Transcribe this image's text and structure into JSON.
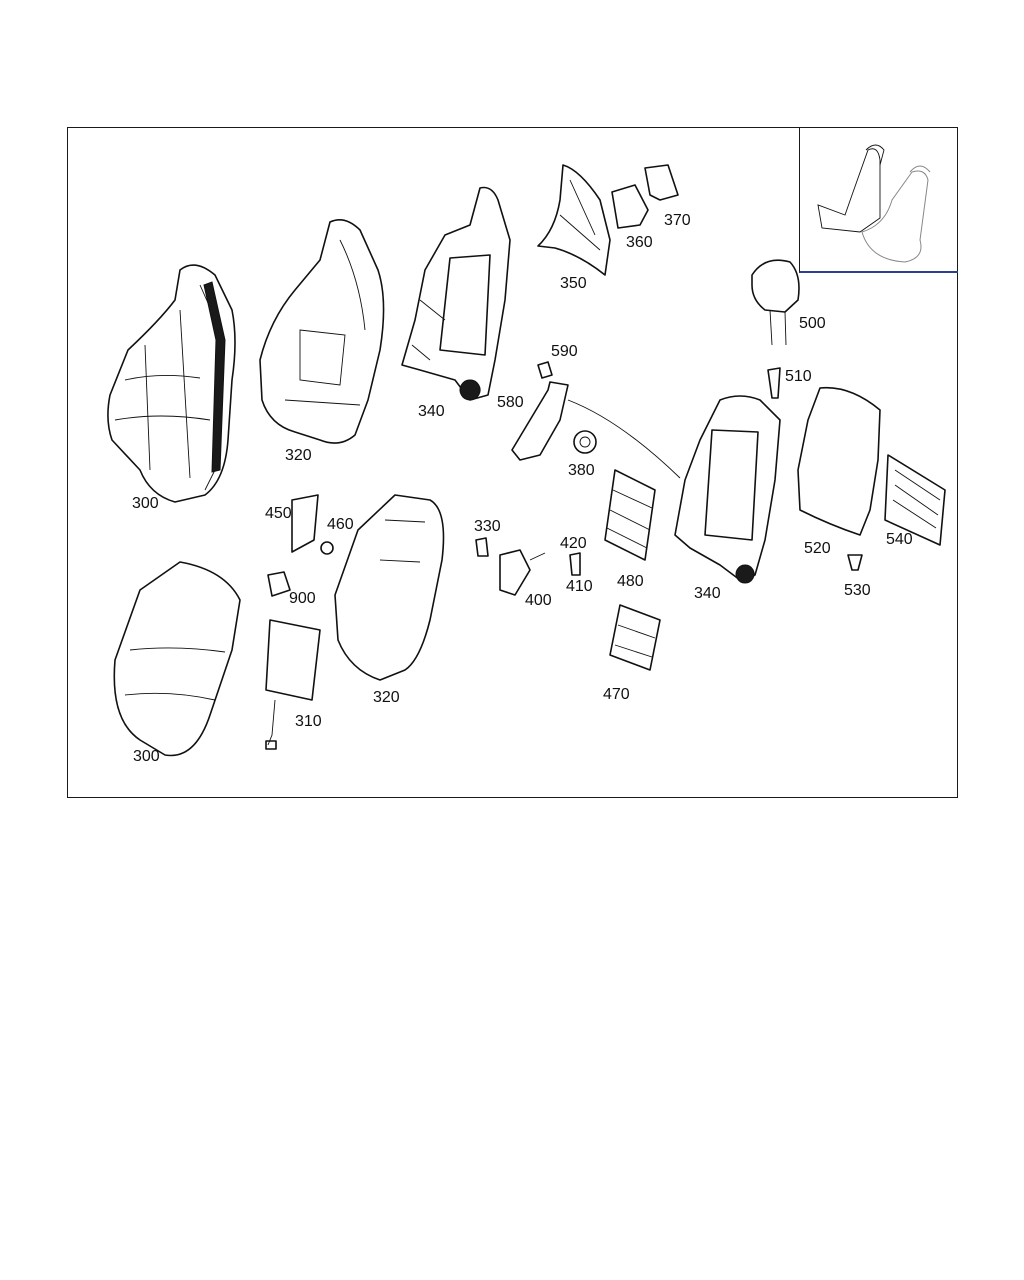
{
  "diagram": {
    "callouts": [
      {
        "id": "c300a",
        "text": "300"
      },
      {
        "id": "c320a",
        "text": "320"
      },
      {
        "id": "c340a",
        "text": "340"
      },
      {
        "id": "c350",
        "text": "350"
      },
      {
        "id": "c360",
        "text": "360"
      },
      {
        "id": "c370",
        "text": "370"
      },
      {
        "id": "c500",
        "text": "500"
      },
      {
        "id": "c590",
        "text": "590"
      },
      {
        "id": "c510",
        "text": "510"
      },
      {
        "id": "c580",
        "text": "580"
      },
      {
        "id": "c380",
        "text": "380"
      },
      {
        "id": "c450",
        "text": "450"
      },
      {
        "id": "c460",
        "text": "460"
      },
      {
        "id": "c330",
        "text": "330"
      },
      {
        "id": "c420",
        "text": "420"
      },
      {
        "id": "c410",
        "text": "410"
      },
      {
        "id": "c400",
        "text": "400"
      },
      {
        "id": "c480",
        "text": "480"
      },
      {
        "id": "c340b",
        "text": "340"
      },
      {
        "id": "c520",
        "text": "520"
      },
      {
        "id": "c540",
        "text": "540"
      },
      {
        "id": "c530",
        "text": "530"
      },
      {
        "id": "c900",
        "text": "900"
      },
      {
        "id": "c300b",
        "text": "300"
      },
      {
        "id": "c310",
        "text": "310"
      },
      {
        "id": "c320b",
        "text": "320"
      },
      {
        "id": "c470",
        "text": "470"
      }
    ],
    "colors": {
      "line": "#111111",
      "inset_rule": "#2b3f8f",
      "background": "#ffffff"
    }
  }
}
